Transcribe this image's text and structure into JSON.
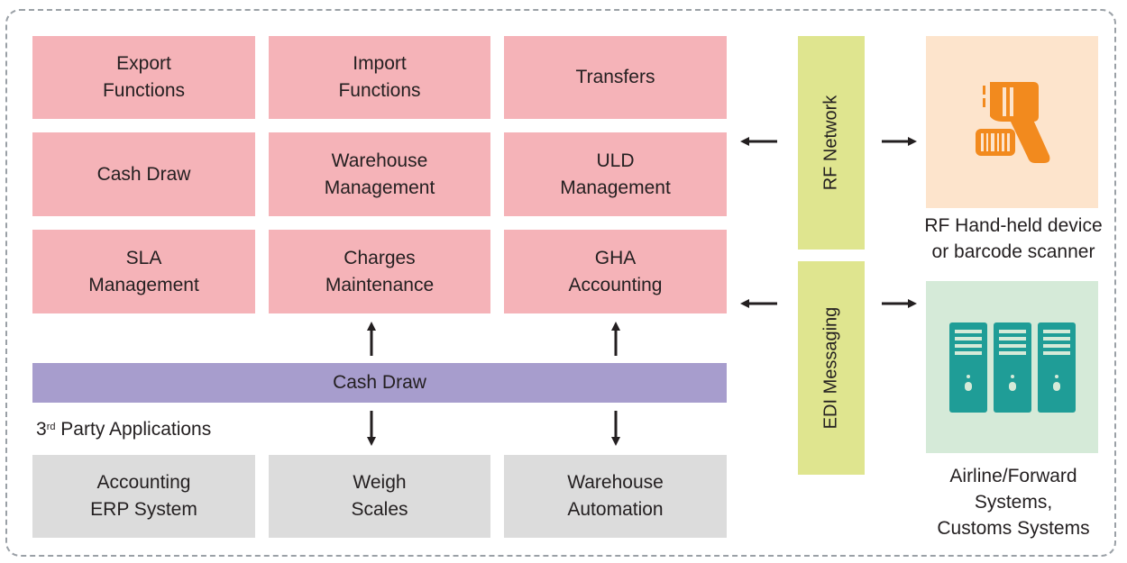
{
  "modules": [
    [
      "Export\nFunctions",
      "Import\nFunctions",
      "Transfers"
    ],
    [
      "Cash Draw",
      "Warehouse\nManagement",
      "ULD\nManagement"
    ],
    [
      "SLA\nManagement",
      "Charges\nMaintenance",
      "GHA\nAccounting"
    ]
  ],
  "integration_bar": "Cash Draw",
  "third_party": {
    "label_prefix": "3",
    "label_sup": "rd",
    "label_suffix": " Party Applications",
    "items": [
      "Accounting\nERP System",
      "Weigh\nScales",
      "Warehouse\nAutomation"
    ]
  },
  "channels": {
    "rf": "RF Network",
    "edi": "EDI Messaging"
  },
  "devices": {
    "rf_device_label": "RF Hand-held device\nor barcode scanner",
    "systems_label": "Airline/Forward\nSystems,\nCustoms Systems",
    "rf_device_icon": "barcode-scanner-icon",
    "systems_icon": "server-cabinets-icon"
  },
  "colors": {
    "module": "#f5b3b8",
    "integration": "#a79dcd",
    "third_party": "#dcdcdc",
    "channel": "#dfe58f",
    "rf_panel": "#fde4cc",
    "systems_panel": "#d5ead8",
    "scanner": "#f28a1e",
    "server": "#1f9d97"
  }
}
